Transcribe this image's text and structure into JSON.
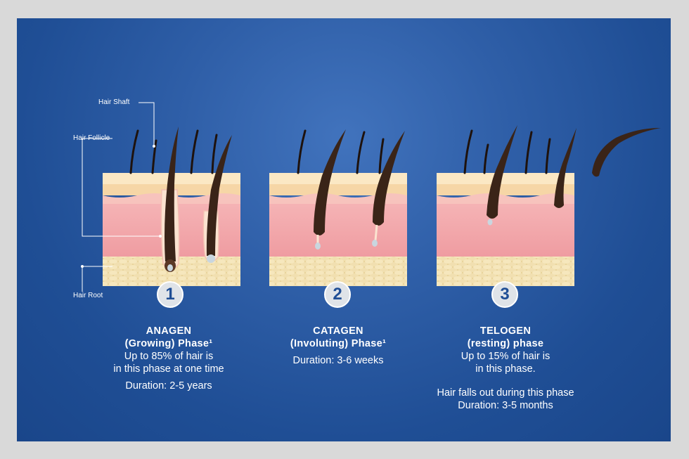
{
  "labels": {
    "hair_shaft": "Hair Shaft",
    "hair_follicle": "Hair Follicle",
    "hair_root": "Hair Root"
  },
  "phases": [
    {
      "number": "1",
      "title": "ANAGEN",
      "subtitle": "(Growing) Phase¹",
      "desc_1": "Up to 85% of hair is",
      "desc_2": "in this phase at one time",
      "duration": "Duration: 2-5 years"
    },
    {
      "number": "2",
      "title": "CATAGEN",
      "subtitle": "(Involuting) Phase¹",
      "duration": "Duration: 3-6 weeks"
    },
    {
      "number": "3",
      "title": "TELOGEN",
      "subtitle": "(resting) phase",
      "desc_1": "Up to 15% of hair is",
      "desc_2": "in this phase.",
      "note": "Hair falls out during this phase",
      "duration": "Duration: 3-5 months"
    }
  ],
  "colors": {
    "background": "#1f4e95",
    "skin_top": "#f7dcb0",
    "skin_pink": "#f2a8ab",
    "fat_layer": "#f3e2b5",
    "hair": "#2a1a14",
    "hair_bulb": "#7a4a2a"
  }
}
